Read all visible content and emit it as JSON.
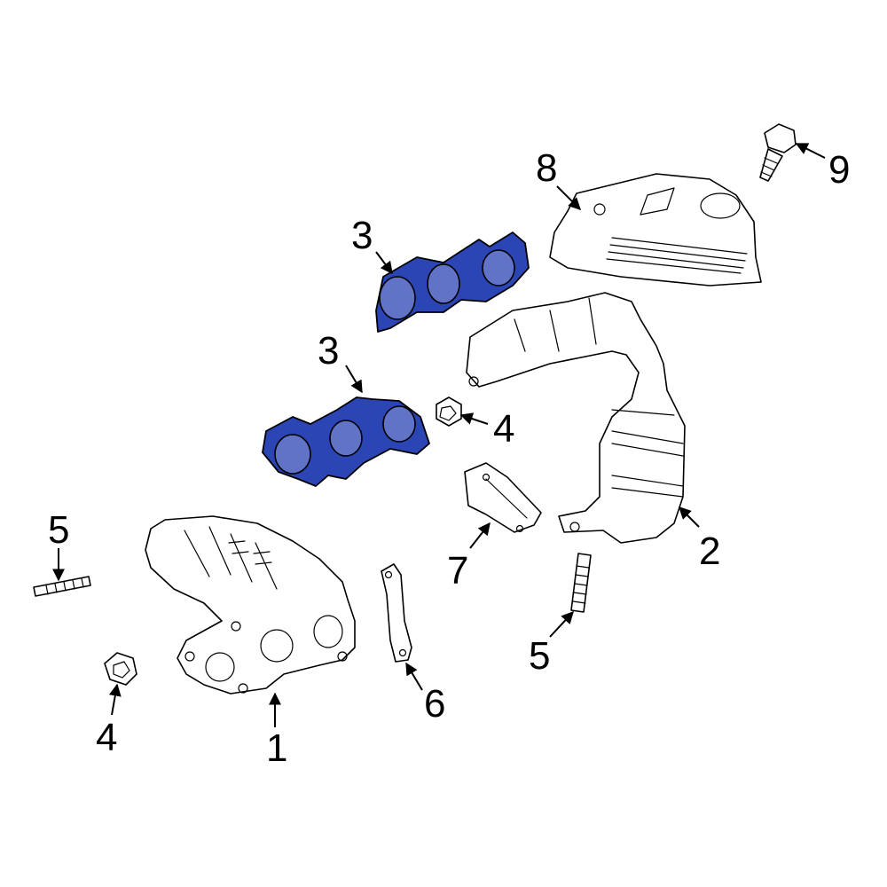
{
  "colors": {
    "highlight": "#2b45b5",
    "line": "#000000",
    "background": "#ffffff"
  },
  "callouts": {
    "c1": "1",
    "c2": "2",
    "c3a": "3",
    "c3b": "3",
    "c4a": "4",
    "c4b": "4",
    "c5a": "5",
    "c5b": "5",
    "c6": "6",
    "c7": "7",
    "c8": "8",
    "c9": "9"
  }
}
